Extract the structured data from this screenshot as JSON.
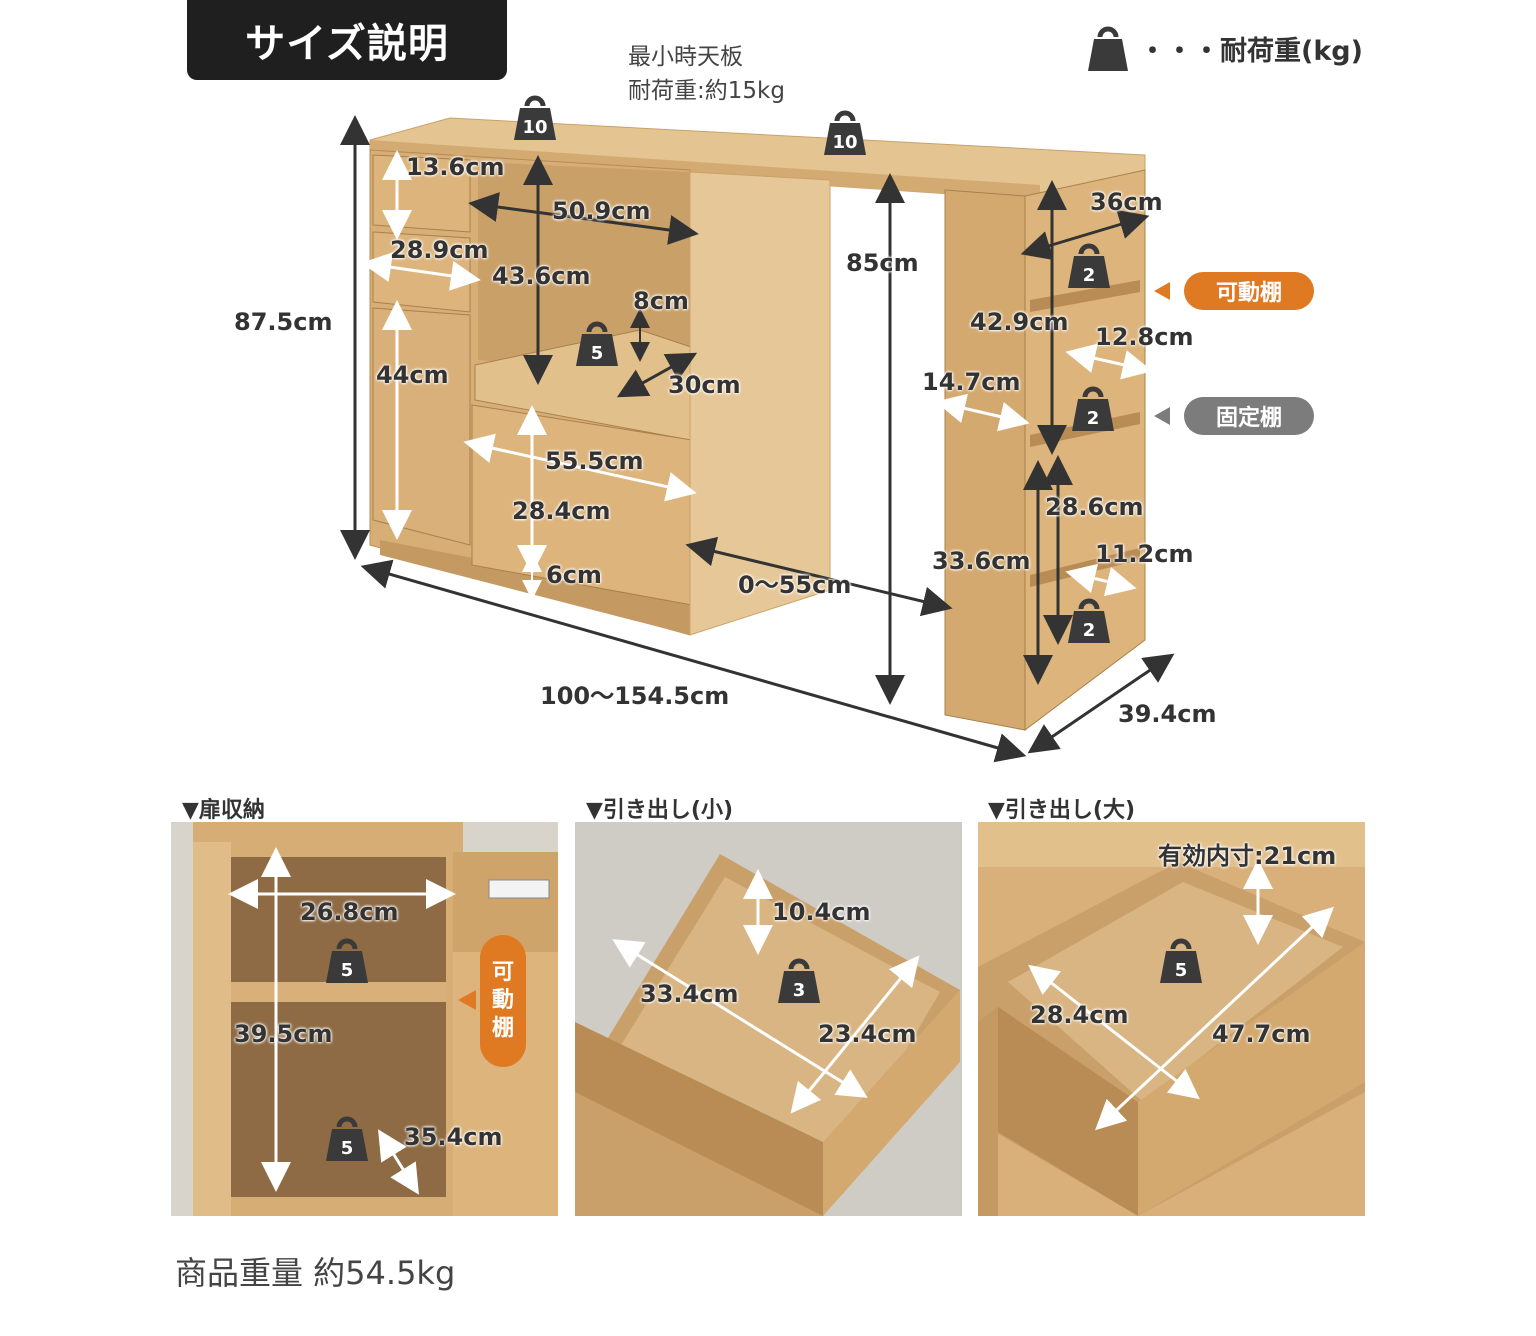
{
  "header": {
    "title": "サイズ説明",
    "legend_text": "・・・耐荷重(kg)"
  },
  "top_note": {
    "line1": "最小時天板",
    "line2": "耐荷重:約15kg"
  },
  "main_dimensions": {
    "d_13_6": "13.6cm",
    "d_50_9": "50.9cm",
    "d_28_9": "28.9cm",
    "d_43_6": "43.6cm",
    "d_8": "8cm",
    "d_87_5": "87.5cm",
    "d_44": "44cm",
    "d_30": "30cm",
    "d_55_5": "55.5cm",
    "d_28_4": "28.4cm",
    "d_6": "6cm",
    "d_0_55": "0〜55cm",
    "d_85": "85cm",
    "d_36": "36cm",
    "d_42_9": "42.9cm",
    "d_12_8": "12.8cm",
    "d_14_7": "14.7cm",
    "d_28_6": "28.6cm",
    "d_11_2": "11.2cm",
    "d_33_6": "33.6cm",
    "d_100_154": "100〜154.5cm",
    "d_39_4": "39.4cm"
  },
  "weights": {
    "w_top_left": "10",
    "w_top_right": "10",
    "w_slide": "5",
    "w_shelf_1": "2",
    "w_shelf_2": "2",
    "w_shelf_3": "2"
  },
  "shelf_labels": {
    "movable": "可動棚",
    "fixed": "固定棚"
  },
  "sections": {
    "door": {
      "label": "▼扉収納",
      "width": "26.8cm",
      "height": "39.5cm",
      "depth": "35.4cm",
      "weight_top": "5",
      "weight_bottom": "5",
      "pill_chars": [
        "可",
        "動",
        "棚"
      ]
    },
    "small_drawer": {
      "label": "▼引き出し(小)",
      "height": "10.4cm",
      "width": "33.4cm",
      "depth": "23.4cm",
      "weight": "3"
    },
    "large_drawer": {
      "label": "▼引き出し(大)",
      "inner": "有効内寸:21cm",
      "width": "28.4cm",
      "depth": "47.7cm",
      "weight": "5"
    }
  },
  "footer": {
    "product_weight": "商品重量 約54.5kg"
  },
  "colors": {
    "wood": "#d9b07a",
    "wood_dark": "#b98c55",
    "wood_light": "#e8c998",
    "accent_orange": "#e07a22",
    "accent_gray": "#7c7c7c",
    "weight_icon": "#3a3a3a"
  }
}
